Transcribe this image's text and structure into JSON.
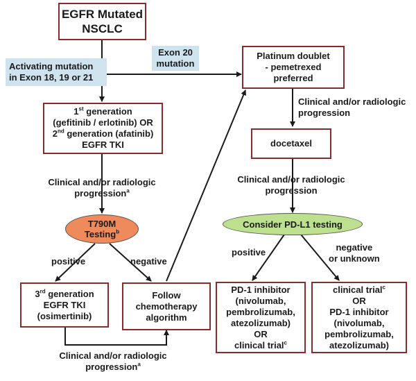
{
  "title_box": {
    "line1": "EGFR Mutated",
    "line2": "NSCLC"
  },
  "tags": {
    "activating": {
      "line1": "Activating mutation",
      "line2": "in Exon 18, 19 or 21"
    },
    "exon20": {
      "line1": "Exon 20",
      "line2": "mutation"
    }
  },
  "boxes": {
    "tki": {
      "l1_pre": "1",
      "l1_sup": "st",
      "l1_post": " generation",
      "l2": "(gefitinib / erlotinib) OR",
      "l3_pre": "2",
      "l3_sup": "nd",
      "l3_post": " generation (afatinib)",
      "l4": "EGFR TKI"
    },
    "platinum": {
      "line1": "Platinum doublet",
      "line2": "- pemetrexed",
      "line3": "preferred"
    },
    "docetaxel": {
      "line1": "docetaxel"
    },
    "third_gen": {
      "l1_pre": "3",
      "l1_sup": "rd",
      "l1_post": " generation",
      "l2": "EGFR TKI",
      "l3": "(osimertinib)"
    },
    "follow": {
      "line1": "Follow",
      "line2": "chemotherapy",
      "line3": "algorithm"
    },
    "pd1_positive": {
      "line1": "PD-1 inhibitor",
      "line2": "(nivolumab,",
      "line3": "pembrolizumab,",
      "line4": "atezolizumab)",
      "line5": "OR",
      "line6": "clinical trial",
      "line6_sup": "c"
    },
    "pd1_negative": {
      "line1": "clinical trial",
      "line1_sup": "c",
      "line2": "OR",
      "line3": "PD-1 inhibitor",
      "line4": "(nivolumab,",
      "line5": "pembrolizumab,",
      "line6": "atezolizumab)"
    }
  },
  "ovals": {
    "t790m": {
      "line1": "T790M",
      "line2": "Testing",
      "line2_sup": "b",
      "color": "#ef8a5c"
    },
    "pdl1": {
      "line1": "Consider PD-L1 testing",
      "color": "#bde08e"
    }
  },
  "labels": {
    "prog_tki": {
      "line1": "Clinical  and/or radiologic",
      "line2": "progression",
      "sup": "a"
    },
    "prog_platinum": {
      "line1": "Clinical  and/or radiologic",
      "line2": "progression"
    },
    "prog_docetaxel": {
      "line1": "Clinical  and/or radiologic",
      "line2": "progression"
    },
    "prog_osimertinib": {
      "line1": "Clinical  and/or radiologic",
      "line2": "progression",
      "sup": "a"
    },
    "positive_left": "positive",
    "negative_left": "negative",
    "positive_right": "positive",
    "negative_right": {
      "line1": "negative",
      "line2": "or unknown"
    }
  },
  "colors": {
    "box_border": "#8a2a2a",
    "tag_bg": "#cfe3ef",
    "arrow": "#1a1a1a"
  }
}
